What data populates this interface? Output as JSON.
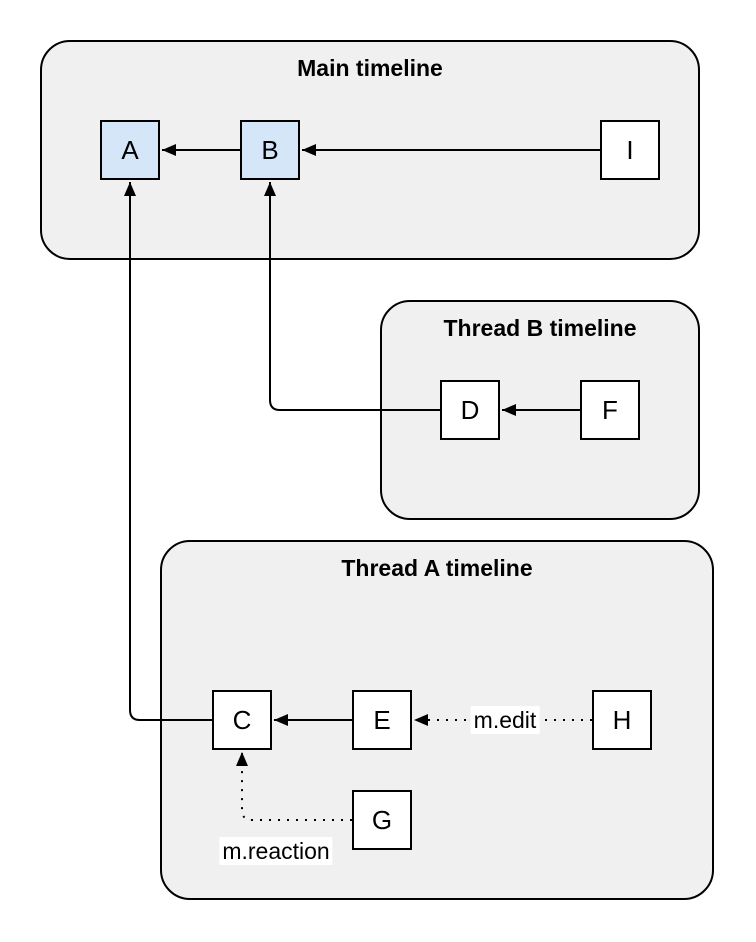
{
  "diagram": {
    "containers": [
      {
        "id": "main",
        "title": "Main timeline"
      },
      {
        "id": "thread_b",
        "title": "Thread B timeline"
      },
      {
        "id": "thread_a",
        "title": "Thread A timeline"
      }
    ],
    "nodes": [
      {
        "id": "A",
        "label": "A",
        "highlighted": true
      },
      {
        "id": "B",
        "label": "B",
        "highlighted": true
      },
      {
        "id": "I",
        "label": "I",
        "highlighted": false
      },
      {
        "id": "D",
        "label": "D",
        "highlighted": false
      },
      {
        "id": "F",
        "label": "F",
        "highlighted": false
      },
      {
        "id": "C",
        "label": "C",
        "highlighted": false
      },
      {
        "id": "E",
        "label": "E",
        "highlighted": false
      },
      {
        "id": "H",
        "label": "H",
        "highlighted": false
      },
      {
        "id": "G",
        "label": "G",
        "highlighted": false
      }
    ],
    "edges": [
      {
        "from": "B",
        "to": "A",
        "style": "solid"
      },
      {
        "from": "I",
        "to": "B",
        "style": "solid"
      },
      {
        "from": "F",
        "to": "D",
        "style": "solid"
      },
      {
        "from": "D",
        "to": "B",
        "style": "solid"
      },
      {
        "from": "E",
        "to": "C",
        "style": "solid"
      },
      {
        "from": "C",
        "to": "A",
        "style": "solid"
      },
      {
        "from": "H",
        "to": "E",
        "style": "dotted",
        "label": "m.edit"
      },
      {
        "from": "G",
        "to": "C",
        "style": "dotted",
        "label": "m.reaction"
      }
    ],
    "edge_labels": {
      "m_edit": "m.edit",
      "m_reaction": "m.reaction"
    },
    "colors": {
      "container_fill": "#f0f0f0",
      "container_stroke": "#000000",
      "node_fill": "#ffffff",
      "node_highlight_fill": "#d4e6f8",
      "node_stroke": "#000000",
      "edge_stroke": "#000000",
      "label_bg": "#ffffff",
      "text": "#000000"
    }
  }
}
